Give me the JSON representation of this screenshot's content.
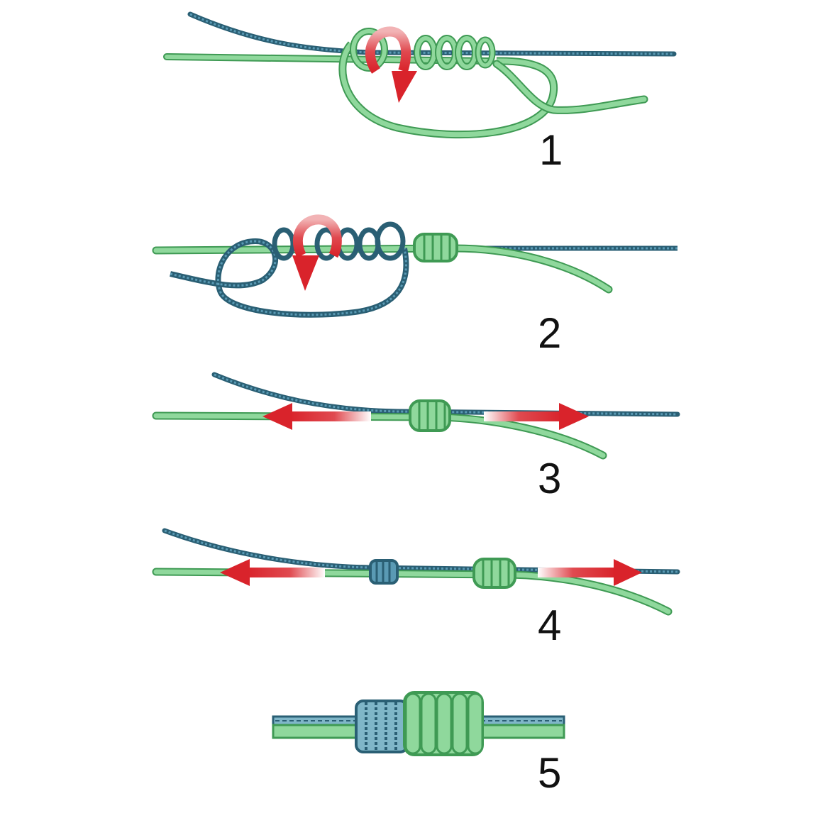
{
  "colors": {
    "green_line": "#7fcf8f",
    "green_outline": "#3f9a54",
    "blue_line": "#3f7f9a",
    "blue_dark": "#2a5f74",
    "arrow_red": "#d9232b",
    "arrow_fade": "#ffffff",
    "label": "#111111"
  },
  "steps": [
    {
      "label": "1"
    },
    {
      "label": "2"
    },
    {
      "label": "3"
    },
    {
      "label": "4"
    },
    {
      "label": "5"
    }
  ]
}
